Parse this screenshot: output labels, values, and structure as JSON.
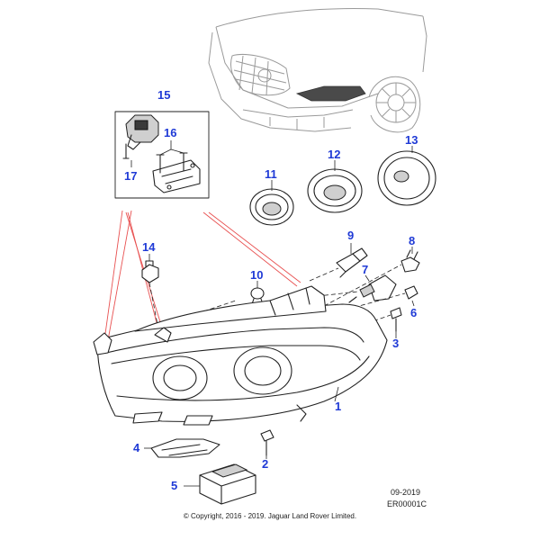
{
  "callouts": {
    "c1": "1",
    "c2": "2",
    "c3": "3",
    "c4": "4",
    "c5": "5",
    "c6": "6",
    "c7": "7",
    "c8": "8",
    "c9": "9",
    "c10": "10",
    "c11": "11",
    "c12": "12",
    "c13": "13",
    "c14": "14",
    "c15": "15",
    "c16": "16",
    "c17": "17"
  },
  "footer": {
    "date": "09-2019",
    "code": "ER00001C",
    "copyright": "© Copyright, 2016 - 2019. Jaguar Land Rover Limited."
  },
  "colors": {
    "callout": "#1f3ad6",
    "leader_red": "#e85050",
    "line": "#222222"
  }
}
